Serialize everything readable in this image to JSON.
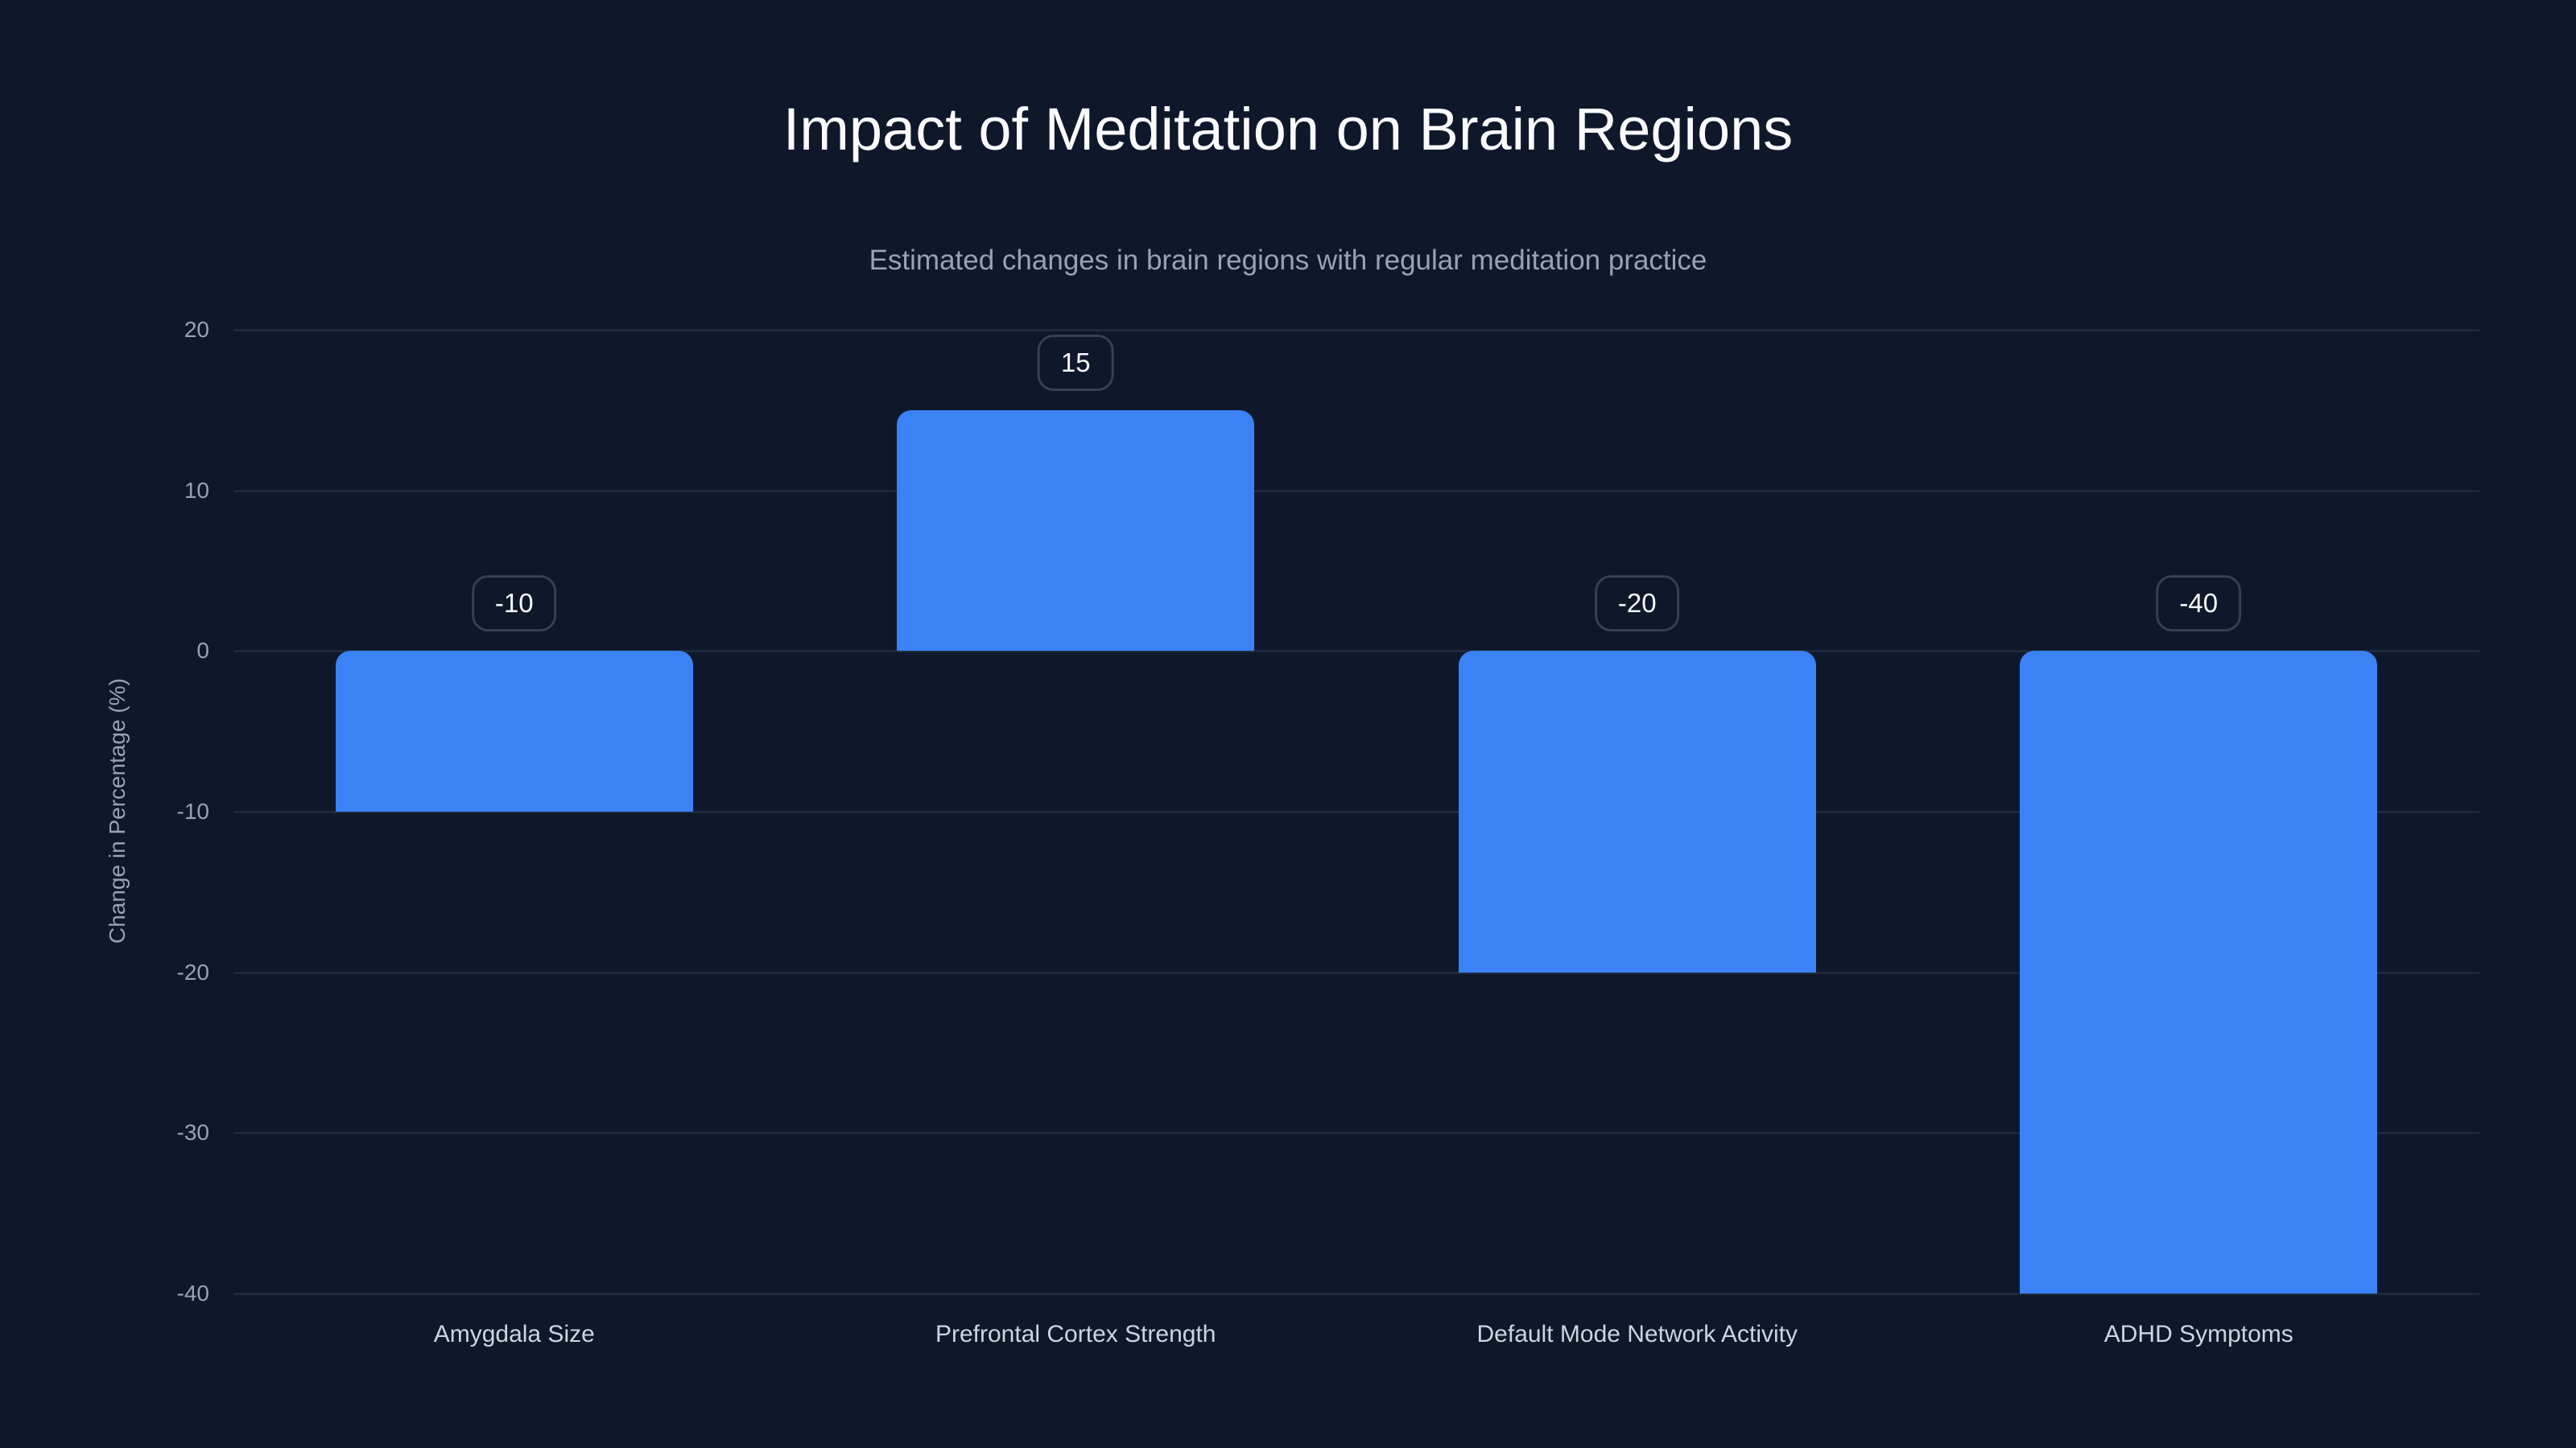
{
  "header": {
    "title": "Impact of Meditation on Brain Regions",
    "subtitle": "Estimated changes in brain regions with regular meditation practice"
  },
  "colors": {
    "background": "#0f172a",
    "bar": "#3b82f6",
    "grid": "#1e293b",
    "badge_border": "#334155",
    "title": "#f8fafc",
    "muted_text": "#94a3b8"
  },
  "chart_data": {
    "type": "bar",
    "title": "Impact of Meditation on Brain Regions",
    "subtitle": "Estimated changes in brain regions with regular meditation practice",
    "xlabel": "",
    "ylabel": "Change in Percentage (%)",
    "categories": [
      "Amygdala Size",
      "Prefrontal Cortex Strength",
      "Default Mode Network Activity",
      "ADHD Symptoms"
    ],
    "values": [
      -10,
      15,
      -20,
      -40
    ],
    "data_labels": [
      "-10",
      "15",
      "-20",
      "-40"
    ],
    "ylim": [
      -40,
      20
    ],
    "yticks": [
      20,
      10,
      0,
      -10,
      -20,
      -30,
      -40
    ],
    "ytick_labels": [
      "20",
      "10",
      "0",
      "-10",
      "-20",
      "-30",
      "-40"
    ],
    "grid": true,
    "legend": null
  }
}
